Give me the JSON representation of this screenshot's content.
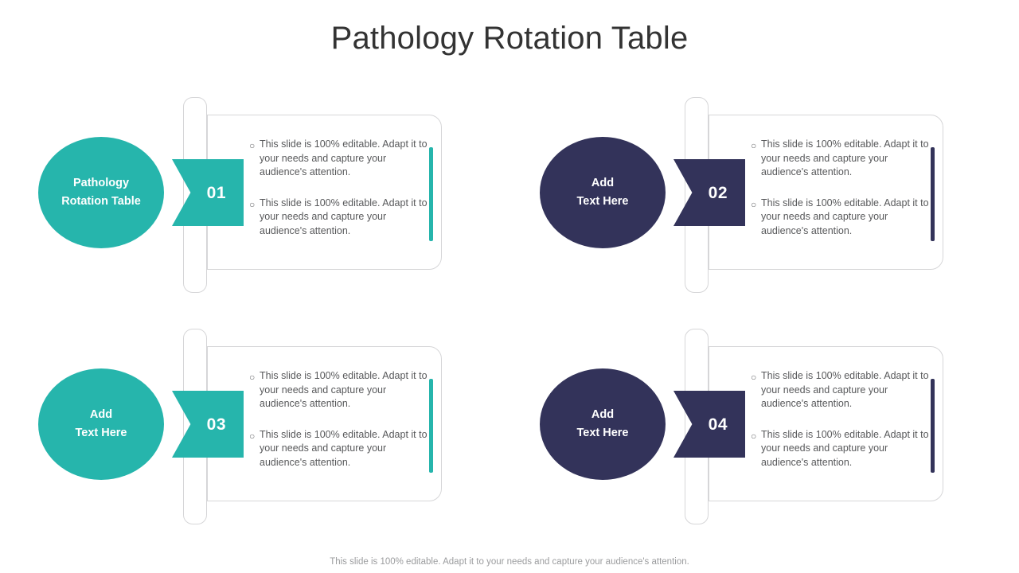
{
  "slide": {
    "title": "Pathology Rotation Table",
    "footer": "This slide is 100% editable. Adapt it to your needs and capture your audience's attention.",
    "bullet_glyph": "○"
  },
  "theme": {
    "teal": "#26b5ac",
    "navy": "#33335a",
    "card_border": "#d6d6d8",
    "body_text": "#58595b",
    "title_text": "#333333",
    "footer_text": "#9b9c9e"
  },
  "items": [
    {
      "number": "01",
      "color": "#26b5ac",
      "circle_line1": "Pathology",
      "circle_line2": "Rotation Table",
      "bullets": [
        "This slide is 100% editable.  Adapt it to your needs and capture your audience's attention.",
        "This slide is 100% editable.  Adapt it to your needs and capture your audience's attention."
      ]
    },
    {
      "number": "02",
      "color": "#33335a",
      "circle_line1": "Add",
      "circle_line2": "Text Here",
      "bullets": [
        "This slide is 100% editable.  Adapt it to your needs and capture your audience's attention.",
        "This slide is 100% editable.  Adapt it to your needs and capture your audience's attention."
      ]
    },
    {
      "number": "03",
      "color": "#26b5ac",
      "circle_line1": "Add",
      "circle_line2": "Text Here",
      "bullets": [
        "This slide is 100% editable.  Adapt it to your needs and capture your audience's attention.",
        "This slide is 100% editable.  Adapt it to your needs and capture your audience's attention."
      ]
    },
    {
      "number": "04",
      "color": "#33335a",
      "circle_line1": "Add",
      "circle_line2": "Text Here",
      "bullets": [
        "This slide is 100% editable.  Adapt it to your needs and capture your audience's attention.",
        "This slide is 100% editable.  Adapt it to your needs and capture your audience's attention."
      ]
    }
  ]
}
